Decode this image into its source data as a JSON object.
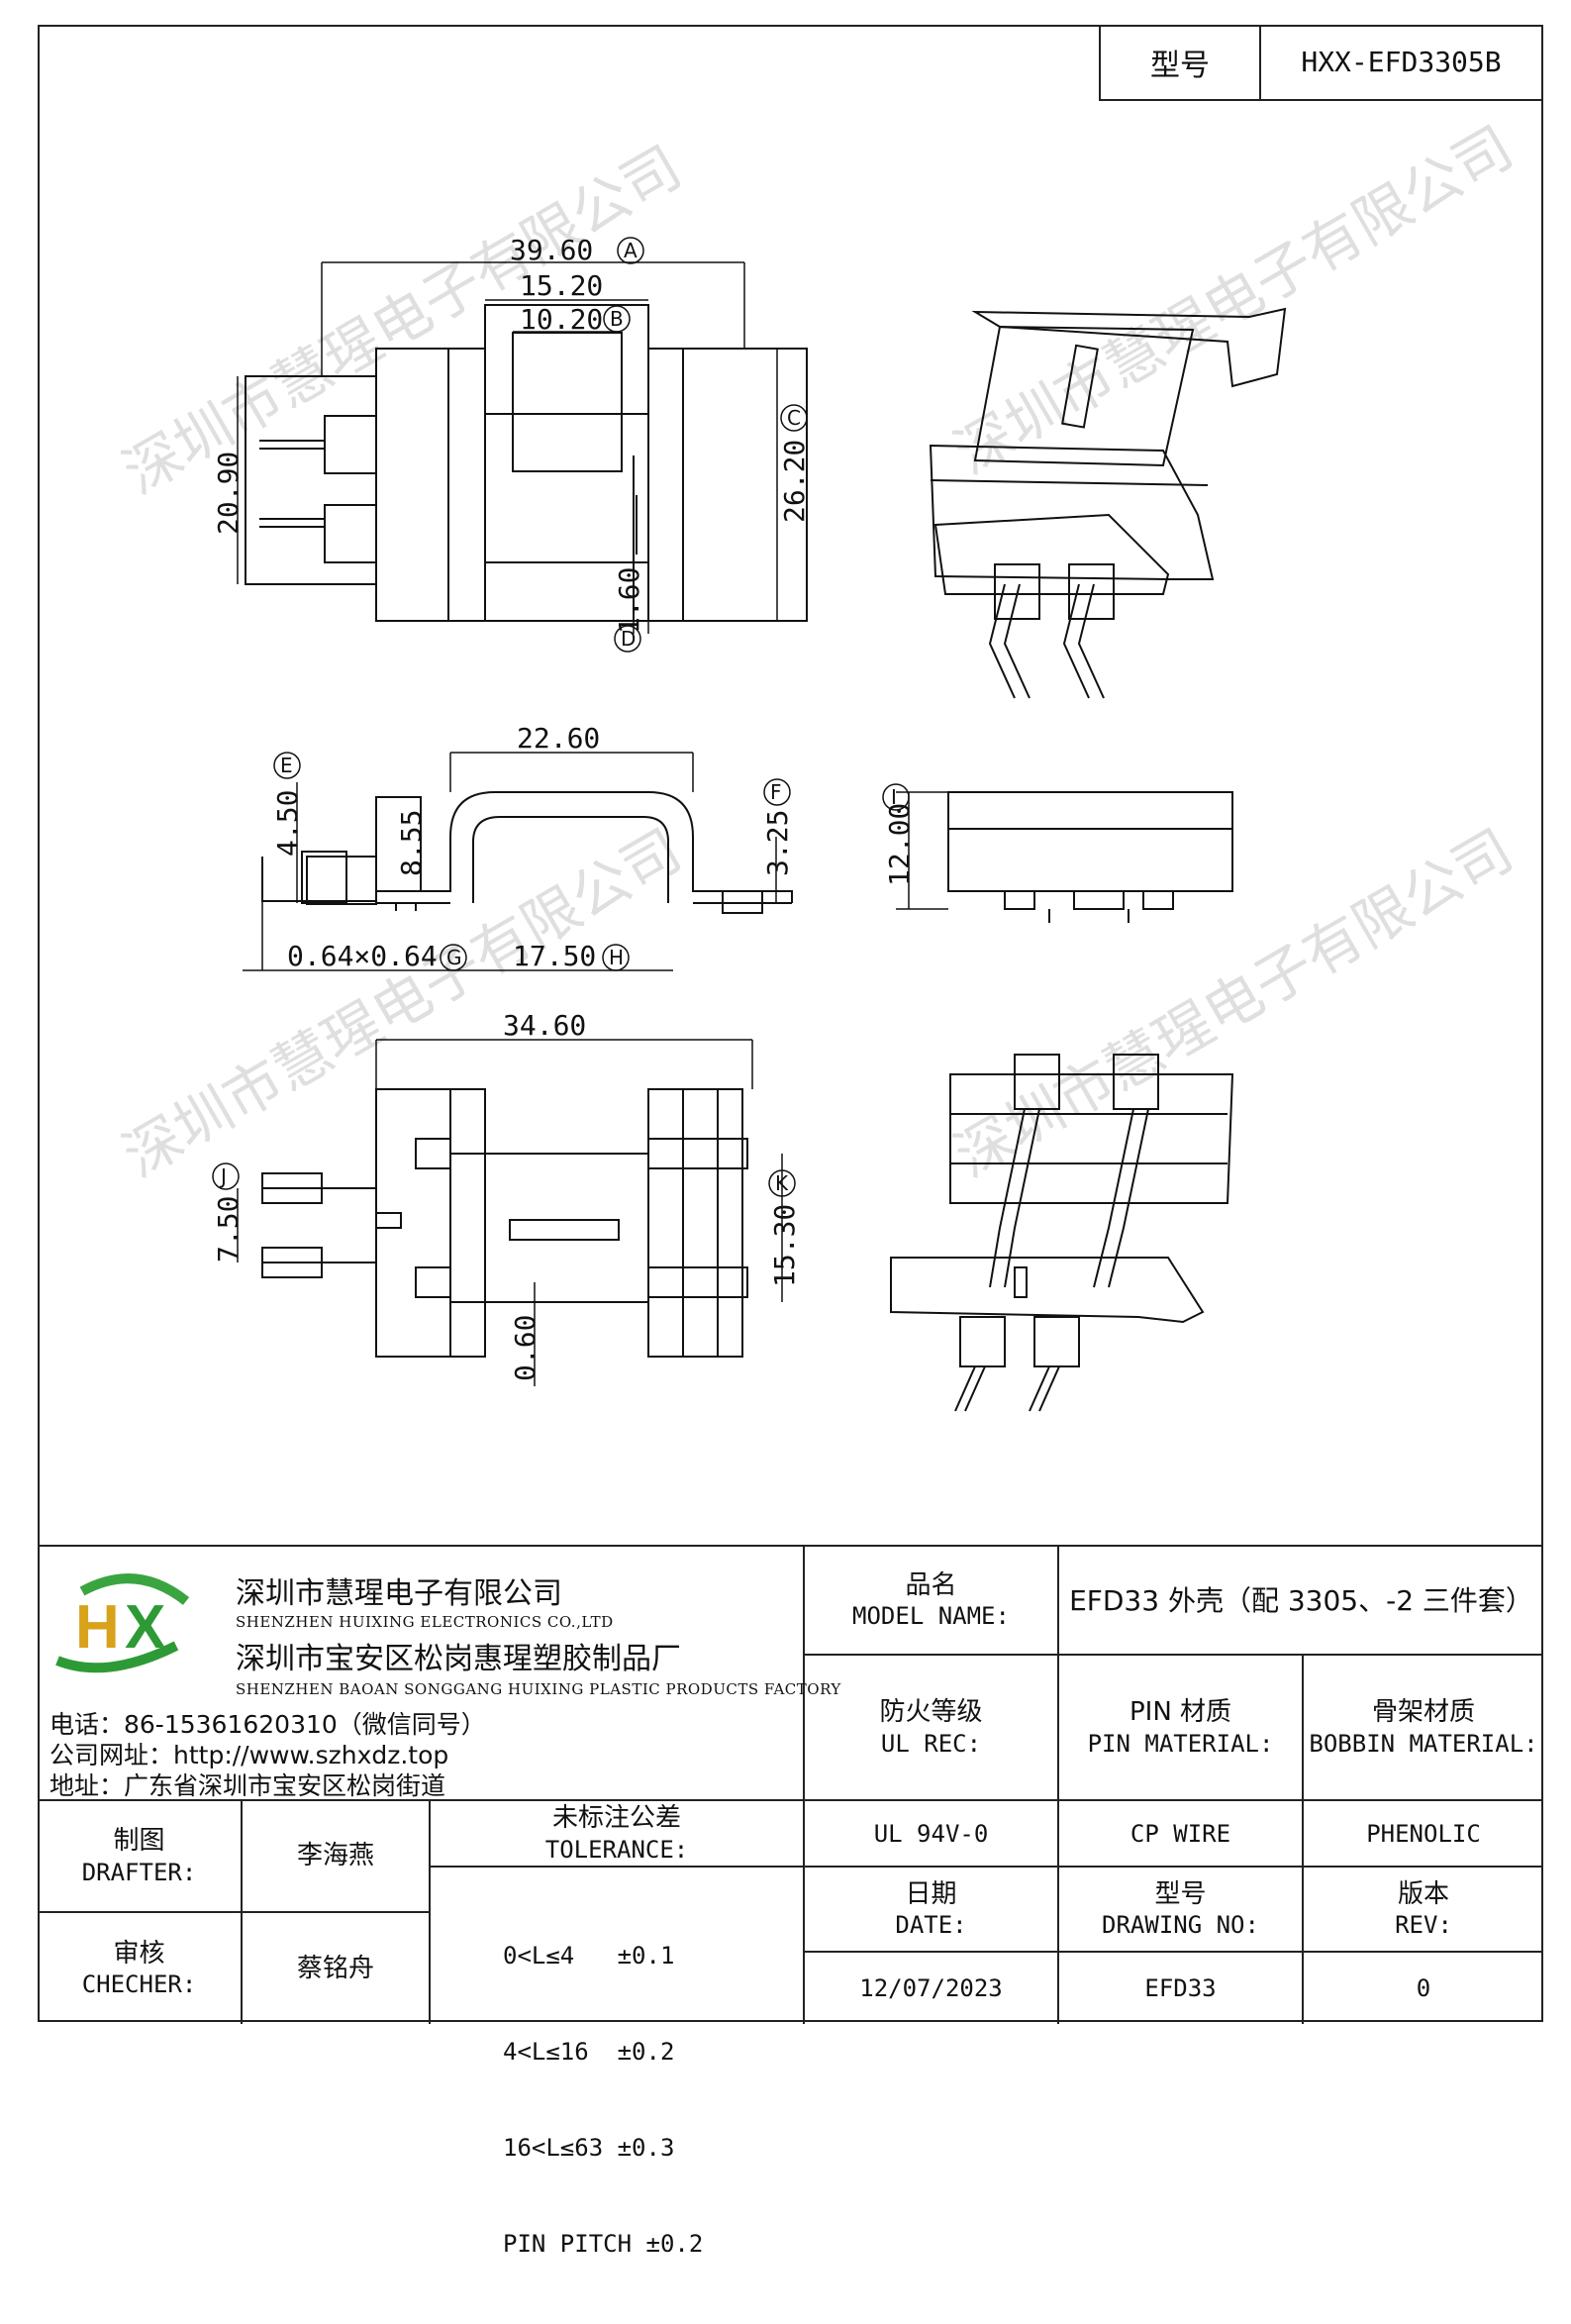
{
  "model_box": {
    "label": "型号",
    "value": "HXX-EFD3305B"
  },
  "dimensions": {
    "top_view": {
      "a": "39.60",
      "a_tag": "A",
      "b_outer": "15.20",
      "b": "10.20",
      "b_tag": "B",
      "c": "26.20",
      "c_tag": "C",
      "d": "1.60",
      "d_tag": "D",
      "left_height": "20.90"
    },
    "side_view": {
      "width": "22.60",
      "e": "4.50",
      "e_tag": "E",
      "h1": "8.55",
      "f": "3.25",
      "f_tag": "F",
      "pin": "0.64×0.64",
      "pin_tag": "G",
      "h": "17.50",
      "h_tag": "H"
    },
    "end_view": {
      "i": "12.00",
      "i_tag": "I"
    },
    "bottom_view": {
      "width": "34.60",
      "j": "7.50",
      "j_tag": "J",
      "k": "15.30",
      "k_tag": "K",
      "slot": "0.60"
    }
  },
  "watermark": "深圳市慧瑆电子有限公司",
  "company": {
    "name_cn": "深圳市慧瑆电子有限公司",
    "name_en": "SHENZHEN HUIXING ELECTRONICS CO.,LTD",
    "factory_cn": "深圳市宝安区松岗惠瑆塑胶制品厂",
    "factory_en": "SHENZHEN BAOAN SONGGANG HUIXING PLASTIC PRODUCTS FACTORY",
    "phone": "电话：86-15361620310（微信同号）",
    "website": "公司网址：http://www.szhxdz.top",
    "address": "地址：广东省深圳市宝安区松岗街道",
    "logo_letters": "HX"
  },
  "title_block": {
    "model_name_cn": "品名",
    "model_name_en": "MODEL NAME:",
    "model_name_value": "EFD33 外壳（配 3305、-2 三件套）",
    "ul_rec_cn": "防火等级",
    "ul_rec_en": "UL REC:",
    "pin_material_cn": "PIN 材质",
    "pin_material_en": "PIN MATERIAL:",
    "bobbin_material_cn": "骨架材质",
    "bobbin_material_en": "BOBBIN MATERIAL:",
    "ul_value": "UL 94V-0",
    "pin_value": "CP WIRE",
    "bobbin_value": "PHENOLIC",
    "drafter_cn": "制图",
    "drafter_en": "DRAFTER:",
    "drafter_name": "李海燕",
    "checker_cn": "审核",
    "checker_en": "CHECHER:",
    "checker_name": "蔡铭舟",
    "tolerance_cn": "未标注公差",
    "tolerance_en": "TOLERANCE:",
    "tolerances": [
      "0<L≤4   ±0.1",
      "4<L≤16  ±0.2",
      "16<L≤63 ±0.3",
      "PIN PITCH ±0.2"
    ],
    "date_cn": "日期",
    "date_en": "DATE:",
    "drawing_no_cn": "型号",
    "drawing_no_en": "DRAWING NO:",
    "rev_cn": "版本",
    "rev_en": "REV:",
    "date_value": "12/07/2023",
    "drawing_no_value": "EFD33",
    "rev_value": "0"
  }
}
